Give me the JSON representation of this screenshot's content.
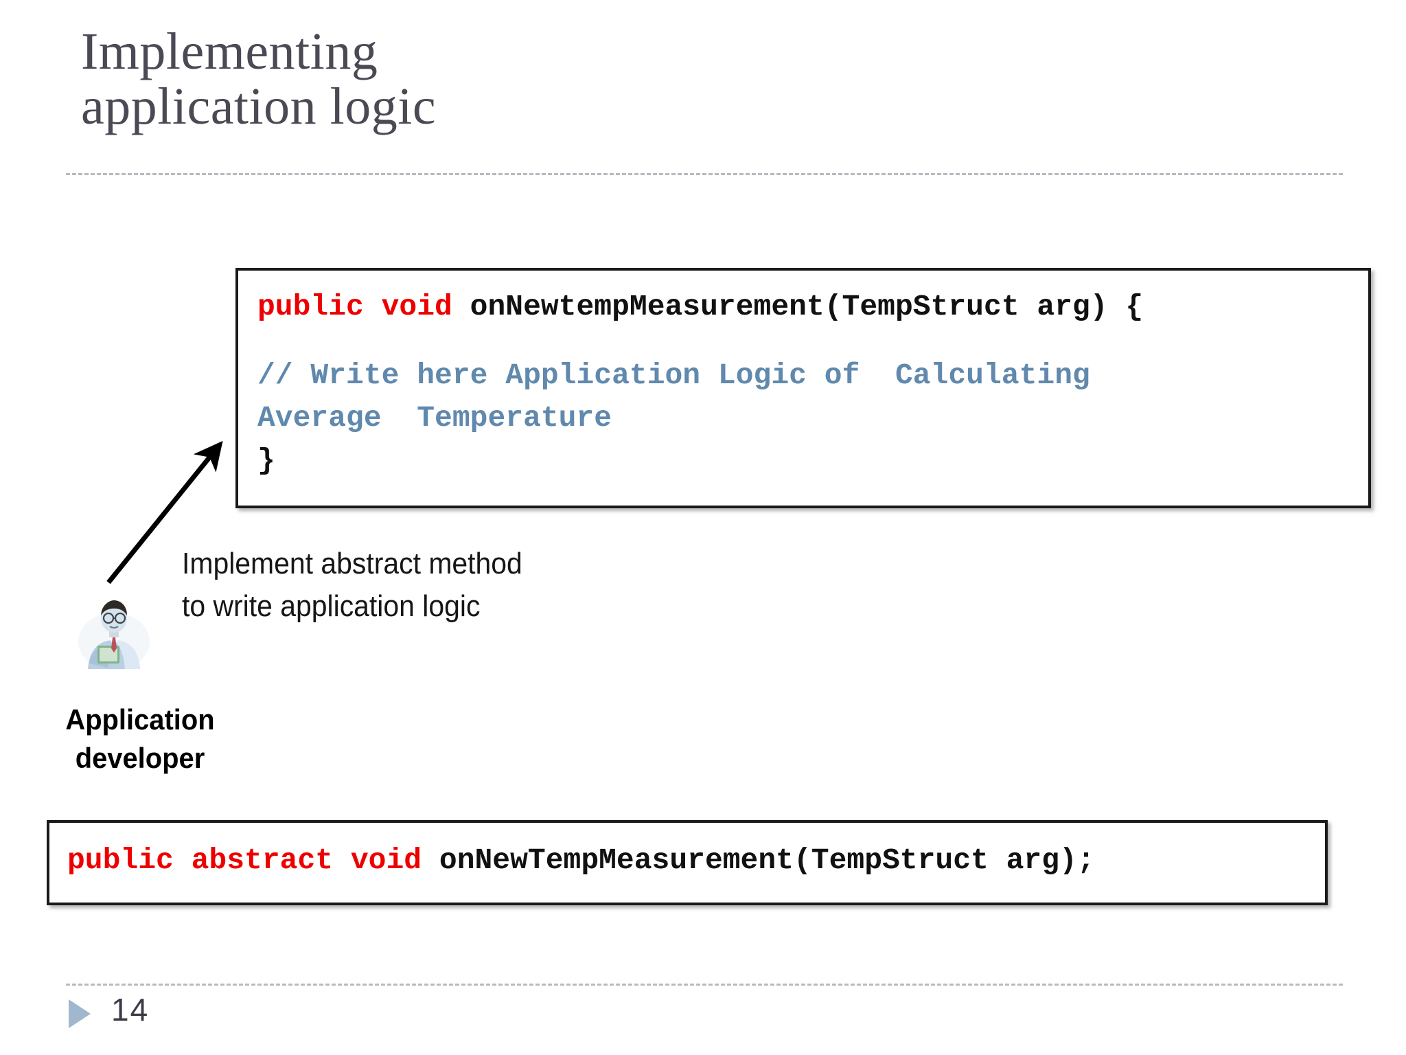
{
  "slide": {
    "title": "Implementing\napplication logic",
    "page_number": "14",
    "title_color": "#4a4a55",
    "divider_color": "#b9b9c2",
    "bullet_color": "#9fb8cd"
  },
  "code_block_implementation": {
    "name": "implementation-code-box",
    "border_color": "#1a1a1a",
    "keyword_color": "#ee0000",
    "comment_color": "#6089ad",
    "text_color": "#111111",
    "lines": [
      {
        "keyword": "public void ",
        "rest": "onNewtempMeasurement(TempStruct arg) {"
      },
      {
        "keyword": "",
        "rest": ""
      },
      {
        "comment": "// Write here Application Logic of  Calculating"
      },
      {
        "comment": "Average  Temperature"
      },
      {
        "keyword": "",
        "rest": "}"
      }
    ],
    "line1_keyword": "public void ",
    "line1_rest": "onNewtempMeasurement(TempStruct arg) {",
    "line2_comment": "// Write here Application Logic of  Calculating",
    "line3_comment": "Average  Temperature",
    "line4_rest": "}"
  },
  "code_block_abstract": {
    "name": "abstract-declaration-code-box",
    "keyword": "public abstract void ",
    "rest": "onNewTempMeasurement(TempStruct arg);"
  },
  "annotation": {
    "text": "Implement abstract method\nto write application logic",
    "arrow": "diagonal-arrow-pointing-up-right"
  },
  "developer": {
    "icon": "application-developer-person-icon",
    "label": "Application\n developer"
  }
}
